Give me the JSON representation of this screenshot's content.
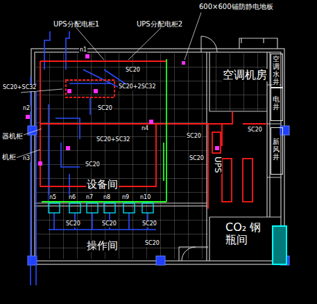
{
  "diagram": {
    "nodes": [
      {
        "text": [
          "设备间"
        ]
      },
      {
        "text": [
          "操作间"
        ]
      },
      {
        "text": [
          "空调机房"
        ]
      },
      {
        "text": [
          "空调水井"
        ]
      },
      {
        "text": [
          "电井"
        ]
      },
      {
        "text": [
          "新风井"
        ]
      },
      {
        "text": [
          "UPS"
        ]
      },
      {
        "text": [
          "CO₂ 钢瓶间"
        ]
      }
    ],
    "labels": [
      "UPS分配电柜1",
      "UPS分配电柜2",
      "600×600铺防静电地板",
      "器机柜",
      "机柜",
      "SC20+SC32",
      "SC20+2SC32",
      "SC20",
      "SC20",
      "SC20+SC32",
      "SC20",
      "SC20",
      "SC20",
      "SC20",
      "SC20",
      "SC20",
      "SC20",
      "SC20",
      "n1",
      "n2",
      "n3",
      "n4",
      "n5",
      "n6",
      "n7",
      "n8",
      "n9",
      "n10"
    ]
  }
}
